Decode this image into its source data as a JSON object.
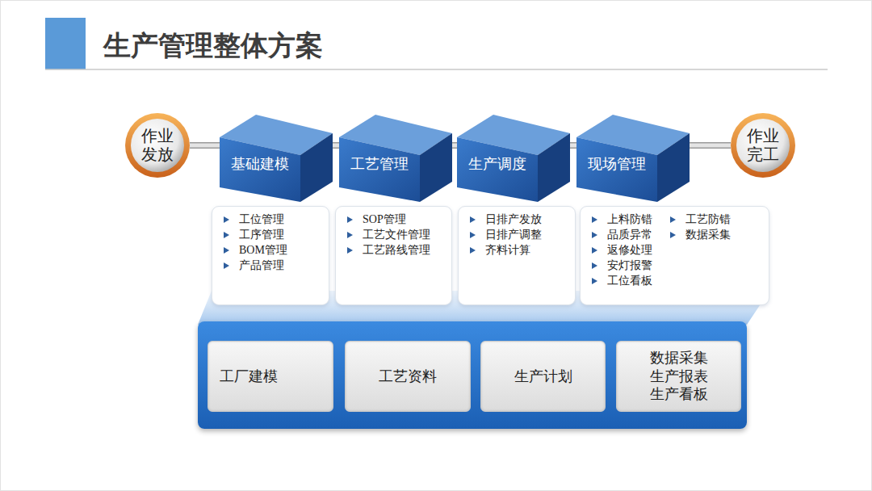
{
  "diagram": {
    "title": "生产管理整体方案",
    "nodes": [
      {
        "text": [
          "作业 发放"
        ]
      },
      {
        "text": [
          "基础建模"
        ]
      },
      {
        "text": [
          "工艺管理"
        ]
      },
      {
        "text": [
          "生产调度"
        ]
      },
      {
        "text": [
          "现场管理"
        ]
      },
      {
        "text": [
          "作业 完工"
        ]
      },
      {
        "text": [
          "工位管理",
          "工序管理",
          "BOM管理",
          "产品管理"
        ]
      },
      {
        "text": [
          "SOP管理",
          "工艺文件管理",
          "工艺路线管理"
        ]
      },
      {
        "text": [
          "日排产发放",
          "日排产调整",
          "齐料计算"
        ]
      },
      {
        "text": [
          "上料防错",
          "品质异常",
          "返修处理",
          "安灯报警",
          "工位看板",
          "工艺防错",
          "数据采集"
        ]
      },
      {
        "text": []
      },
      {
        "text": [
          "工厂建模"
        ],
        "in": 10
      },
      {
        "text": [
          "工艺资料"
        ],
        "in": 10
      },
      {
        "text": [
          "生产计划"
        ],
        "in": 10
      },
      {
        "text": [
          "数据采集 生产报表 生产看板"
        ],
        "in": 10
      }
    ],
    "edges": [
      {
        "from": 0,
        "to": 1,
        "arrow": "none"
      },
      {
        "from": 1,
        "to": 2,
        "arrow": "none"
      },
      {
        "from": 2,
        "to": 3,
        "arrow": "none"
      },
      {
        "from": 3,
        "to": 4,
        "arrow": "none"
      },
      {
        "from": 4,
        "to": 5,
        "arrow": "none"
      }
    ]
  }
}
